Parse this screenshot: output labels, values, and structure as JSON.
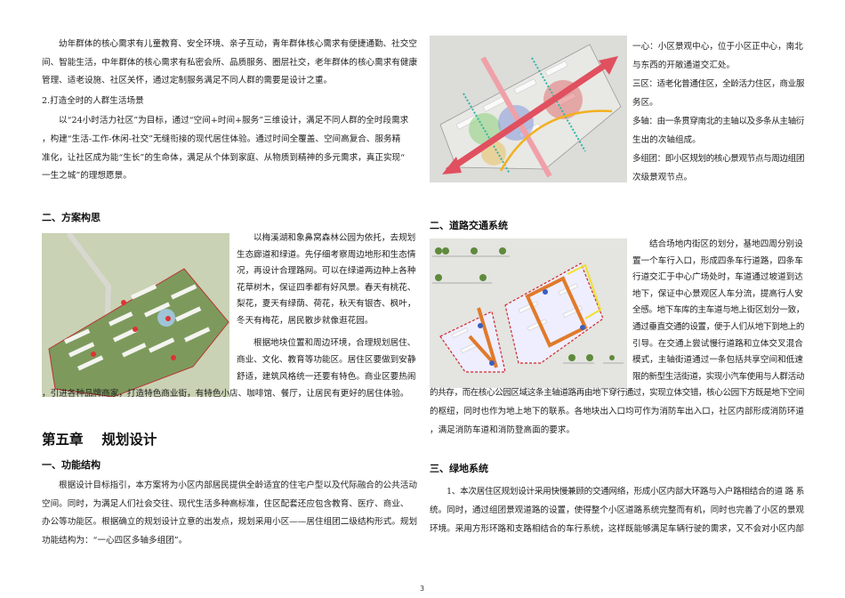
{
  "left": {
    "intro_para": [
      "幼年群体的核心需求有儿童教育、安全环境、亲子互动，青年群体核心需求有便捷通勤、社交空",
      "间、智能生活，中年群体的核心需求有私密会所、品质服务、圈层社交，老年群体的核心需求有健康",
      "管理、适老设施、社区关怀，通过定制服务满足不同人群的需要是设计之重。"
    ],
    "subheading_2": "2.打造全时的人群生活场景",
    "para_24h": [
      "以“24小时活力社区”为目标，通过“空间+时间+服务”三维设计，满足不同人群的全时段需求",
      "，构建“生活-工作-休闲-社交”无缝衔接的现代居住体验。通过时间全覆盖、空间高复合、服务精",
      "准化，让社区成为能“生长”的生命体，满足从个体到家庭、从物质到精神的多元需求，真正实现“",
      "一生之城”的理想愿景。"
    ],
    "section_concept": "二、方案构思",
    "para_ecology": [
      "以梅溪湖和象鼻窝森林公园为依托，去规划",
      "生态廊道和绿道。先仔细考察周边地形和生态情",
      "况，再设计合理路网。可以在绿道两边种上各种",
      "花草树木，保证四季都有好风景。春天有桃花、",
      "梨花，夏天有绿荫、荷花，秋天有银杏、枫叶，",
      "冬天有梅花，居民散步就像逛花园。"
    ],
    "para_zoning": [
      "根据地块位置和周边环境，合理规划居住、",
      "商业、文化、教育等功能区。居住区要做到安静",
      "舒适，建筑风格统一还要有特色。商业区要热闹",
      "，引进各种品牌商家，打造特色商业街，有特色小店、咖啡馆、餐厅，让居民有更好的居住体验。"
    ],
    "chapter_title": "第五章　 规划设计",
    "section_function": "一、功能结构",
    "para_function": [
      "根据设计目标指引，本方案将为小区内部居民提供全龄适宜的住宅户型以及代际融合的公共活动",
      "空间。同时，为满足人们社会交往、现代生活多种高标准，住区配套还应包含教育、医疗、商业、",
      "办公等功能区。根据确立的规划设计立意的出发点，规划采用小区——居住组团二级结构形式。规划",
      "功能结构为：“一心四区多轴多组团”。"
    ]
  },
  "right": {
    "structure_items": [
      [
        "一心：小区景观中心，位于小区正中心，南北",
        "与东西的开敞通道交汇处。"
      ],
      [
        "三区：适老化普通住区，全龄活力住区，商业服",
        "务区。"
      ],
      [
        "多轴：由一条贯穿南北的主轴以及多条从主轴衍",
        "生出的次轴组成。"
      ],
      [
        "多组团：即小区规划的核心景观节点与周边组团",
        "次级景观节点。"
      ]
    ],
    "section_road": "二、道路交通系统",
    "para_road": [
      "结合场地内街区的划分，基地四周分别设",
      "置一个车行入口，形成四条车行道路，四条车",
      "行道交汇于中心广场处时，车道通过坡道到达",
      "地下，保证中心景观区人车分流，提高行人安",
      "全感。地下车库的主车道与地上街区划分一致，",
      "通过垂直交通的设置，便于人们从地下到地上的",
      "引导。在交通上尝试慢行道路和立体交叉混合",
      "模式，主轴街道通过一条包括共享空间和低速",
      "限的新型生活街道，实现小汽车使用与人群活动",
      "的共存，而在核心公园区域这条主轴道路再由地下穿行通过，实现立体交错，核心公园下方既是地下空间",
      "的枢纽，同时也作为地上地下的联系。各地块出入口均可作为消防车出入口，社区内部形成消防环道",
      "，满足消防车道和消防登高面的要求。"
    ],
    "section_green": "三、绿地系统",
    "para_green": [
      "1、本次居住区规划设计采用快慢兼顾的交通网络，形成小区内部大环路与入户路相结合的道 路 系",
      "统。同时，通过组团景观道路的设置，使得整个小区道路系统完整而有机，同时也完善了小区的景观",
      "环境。采用方形环路和支路相结合的车行系统，这样既能够满足车辆行驶的需求，又不会对小区内部"
    ]
  },
  "page_number": "3",
  "colors": {
    "main_axis_arrow": "#e0505f",
    "secondary_axis": "#2fb5a8",
    "road_orange": "#e07a2a",
    "fire_lane_red": "#d02828",
    "map_green": "#8aa86a"
  }
}
